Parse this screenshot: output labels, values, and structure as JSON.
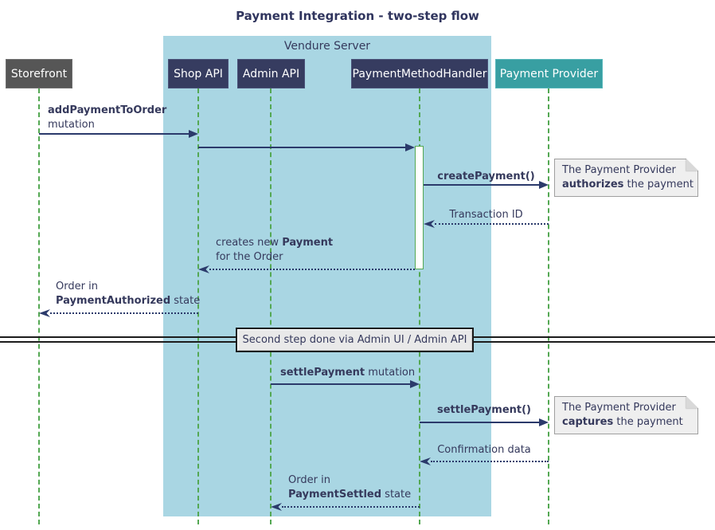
{
  "title": "Payment Integration - two-step flow",
  "server_frame": {
    "label": "Vendure Server"
  },
  "participants": [
    {
      "id": "storefront",
      "label": "Storefront"
    },
    {
      "id": "shop-api",
      "label": "Shop API"
    },
    {
      "id": "admin-api",
      "label": "Admin API"
    },
    {
      "id": "payment-method-handler",
      "label": "PaymentMethodHandler"
    },
    {
      "id": "payment-provider",
      "label": "Payment Provider"
    }
  ],
  "messages": {
    "add_payment": {
      "bold": "addPaymentToOrder",
      "line2": "mutation"
    },
    "create_payment": {
      "bold": "createPayment()"
    },
    "transaction_id": {
      "text": "Transaction ID"
    },
    "creates_payment": {
      "pre": "creates new ",
      "bold": "Payment",
      "line2": "for the Order"
    },
    "order_authorized": {
      "line1": "Order in",
      "bold": "PaymentAuthorized",
      "post": " state"
    },
    "settle_mutation": {
      "bold": "settlePayment",
      "post": " mutation"
    },
    "settle_call": {
      "bold": "settlePayment()"
    },
    "confirmation": {
      "text": "Confirmation data"
    },
    "order_settled": {
      "line1": "Order in",
      "bold": "PaymentSettled",
      "post": " state"
    }
  },
  "notes": {
    "authorize": {
      "line1": "The Payment Provider",
      "bold": "authorizes",
      "post": " the payment"
    },
    "capture": {
      "line1": "The Payment Provider",
      "bold": "captures",
      "post": " the payment"
    }
  },
  "divider": {
    "label": "Second step done via Admin UI / Admin API"
  },
  "colors": {
    "participant_navy": "#363c60",
    "participant_teal": "#389fa2",
    "participant_gray": "#565656",
    "server_background": "#a9d6e3",
    "lifeline_green": "#54a853",
    "arrow_navy": "#2b3a6b",
    "text_navy": "#35395c",
    "note_fill": "#efefef",
    "divider_fill": "#e9e9e9"
  }
}
